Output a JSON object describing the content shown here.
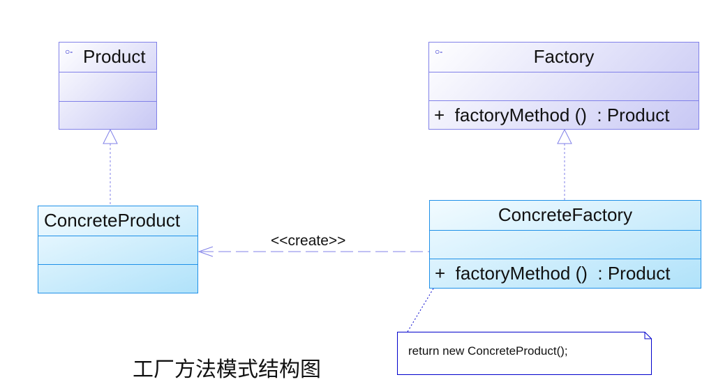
{
  "diagram": {
    "title": "工厂方法模式结构图",
    "classes": {
      "product": {
        "name": "Product",
        "visibility_icon": "interface-lollipop-icon",
        "attributes": [],
        "operations": []
      },
      "factory": {
        "name": "Factory",
        "visibility_icon": "interface-lollipop-icon",
        "attributes": [],
        "operations": [
          "+  factoryMethod ()  : Product"
        ]
      },
      "concrete_product": {
        "name": "ConcreteProduct",
        "attributes": [],
        "operations": []
      },
      "concrete_factory": {
        "name": "ConcreteFactory",
        "attributes": [],
        "operations": [
          "+  factoryMethod ()  : Product"
        ]
      }
    },
    "relations": [
      {
        "type": "realization",
        "from": "ConcreteProduct",
        "to": "Product"
      },
      {
        "type": "realization",
        "from": "ConcreteFactory",
        "to": "Factory"
      },
      {
        "type": "dependency",
        "from": "ConcreteFactory",
        "to": "ConcreteProduct",
        "label": "<<create>>"
      },
      {
        "type": "note-anchor",
        "from": "ConcreteFactory",
        "to": "note"
      }
    ],
    "note": {
      "text": "return new ConcreteProduct();"
    },
    "colors": {
      "interface_border": "#8080e8",
      "class_border": "#1e90e8",
      "note_border": "#0000cc",
      "link": "#8080e8"
    }
  }
}
